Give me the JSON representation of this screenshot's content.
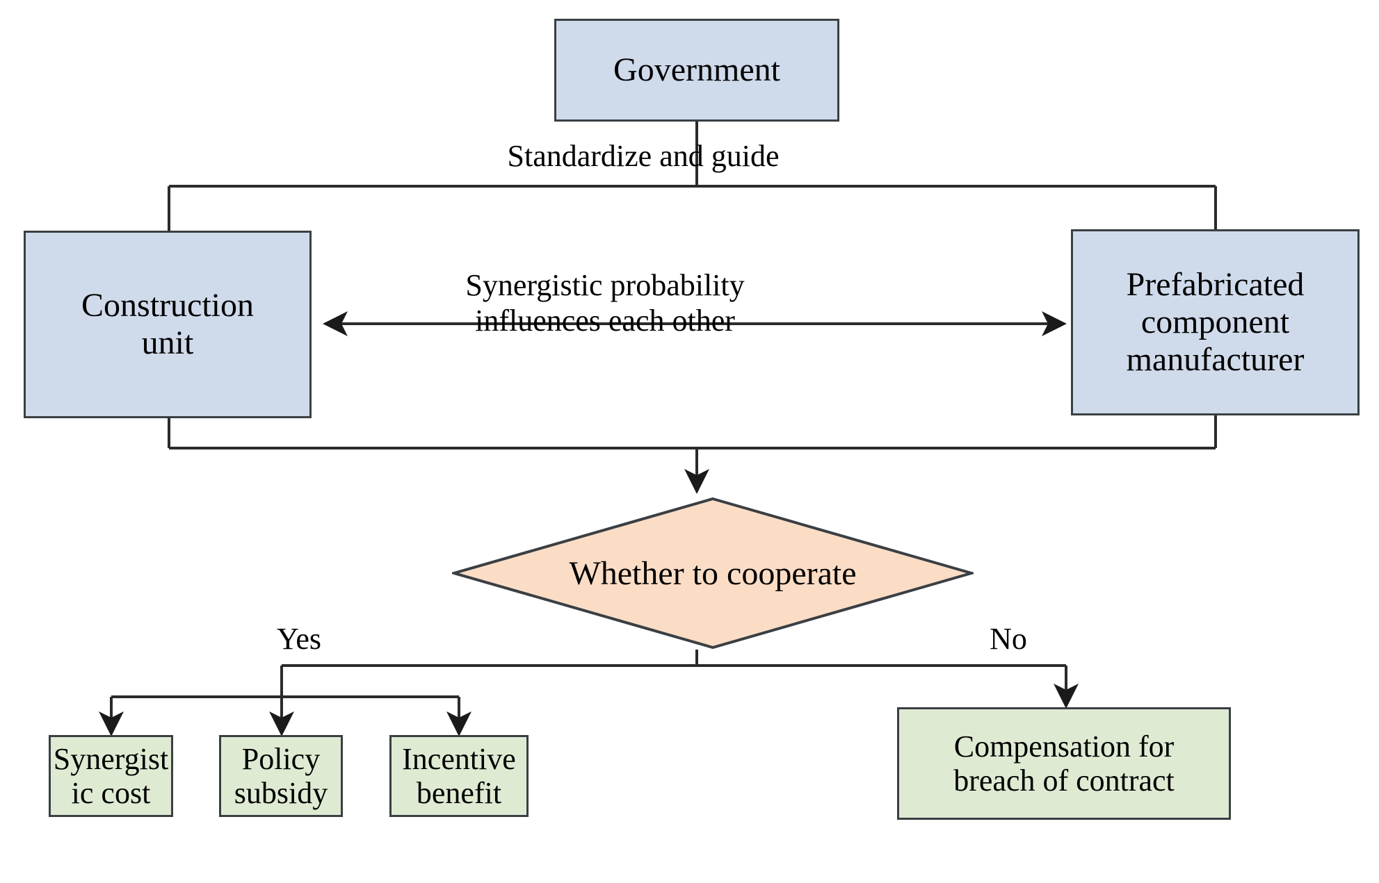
{
  "diagram": {
    "type": "flowchart",
    "title": "Government, construction unit and prefabricated component manufacturer cooperation flowchart",
    "colors": {
      "actor_fill": "#cfdaea",
      "decision_fill": "#fbddc6",
      "outcome_fill": "#dfead3",
      "border": "#3a3f44",
      "line": "#2b2b2b",
      "text": "#000000"
    },
    "nodes": {
      "government": {
        "label": "Government",
        "shape": "rectangle",
        "fill": "#cfdaea"
      },
      "construction_unit": {
        "label": "Construction\nunit",
        "shape": "rectangle",
        "fill": "#cfdaea"
      },
      "prefab_manufacturer": {
        "label": "Prefabricated\ncomponent\nmanufacturer",
        "shape": "rectangle",
        "fill": "#cfdaea"
      },
      "decision": {
        "label": "Whether to cooperate",
        "shape": "diamond",
        "fill": "#fbddc6"
      },
      "synergistic_cost": {
        "label": "Synergist\nic cost",
        "shape": "rectangle",
        "fill": "#dfead3"
      },
      "policy_subsidy": {
        "label": "Policy\nsubsidy",
        "shape": "rectangle",
        "fill": "#dfead3"
      },
      "incentive_benefit": {
        "label": "Incentive\nbenefit",
        "shape": "rectangle",
        "fill": "#dfead3"
      },
      "compensation": {
        "label": "Compensation for\nbreach of contract",
        "shape": "rectangle",
        "fill": "#dfead3"
      }
    },
    "edge_labels": {
      "standardize": "Standardize and guide",
      "synergy": "Synergistic probability\ninfluences each other",
      "yes": "Yes",
      "no": "No"
    },
    "edges": [
      {
        "from": "government",
        "to": "construction_unit",
        "label": "Standardize and guide",
        "arrow": "none"
      },
      {
        "from": "government",
        "to": "prefab_manufacturer",
        "label": "Standardize and guide",
        "arrow": "none"
      },
      {
        "from": "construction_unit",
        "to": "prefab_manufacturer",
        "label": "Synergistic probability influences each other",
        "arrow": "both"
      },
      {
        "from": "construction_unit",
        "to": "decision",
        "label": "",
        "arrow": "end"
      },
      {
        "from": "prefab_manufacturer",
        "to": "decision",
        "label": "",
        "arrow": "end"
      },
      {
        "from": "decision",
        "to": "synergistic_cost",
        "label": "Yes",
        "arrow": "end"
      },
      {
        "from": "decision",
        "to": "policy_subsidy",
        "label": "Yes",
        "arrow": "end"
      },
      {
        "from": "decision",
        "to": "incentive_benefit",
        "label": "Yes",
        "arrow": "end"
      },
      {
        "from": "decision",
        "to": "compensation",
        "label": "No",
        "arrow": "end"
      }
    ]
  }
}
